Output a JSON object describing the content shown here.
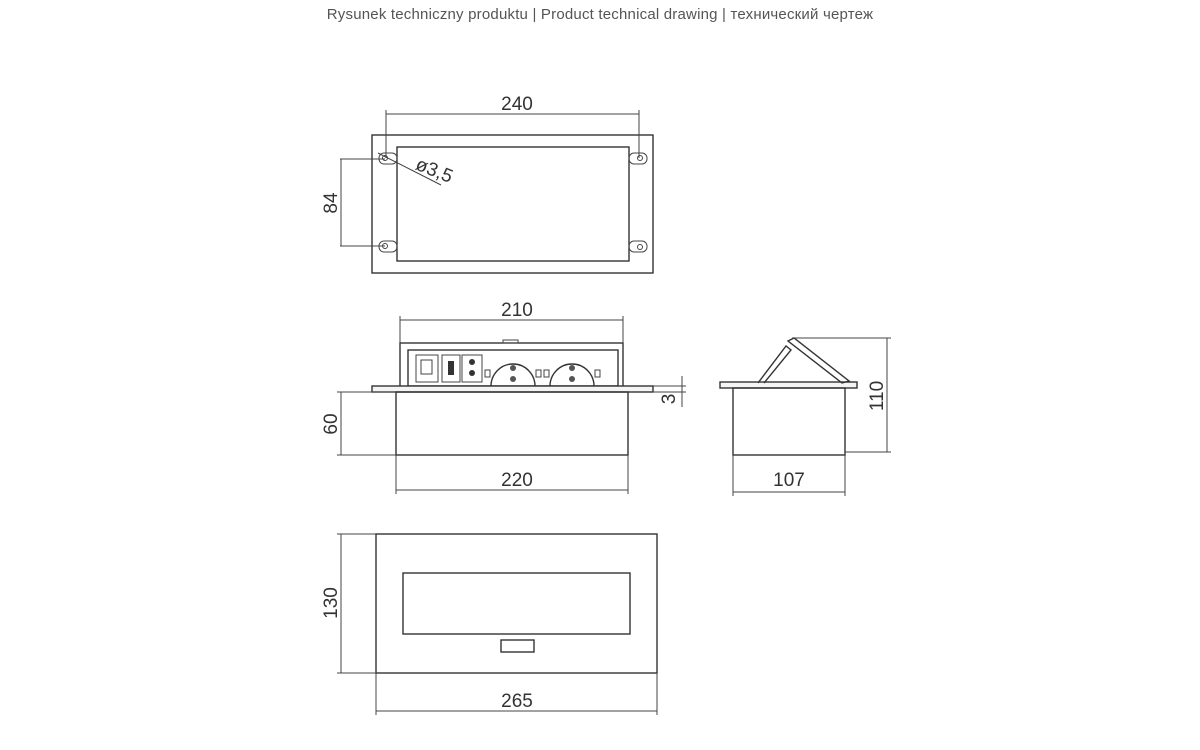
{
  "title": "Rysunek techniczny produktu | Product technical drawing | технический чертеж",
  "top_view": {
    "width_label": "240",
    "height_label": "84",
    "hole_label": "ø3,5"
  },
  "front_view": {
    "lid_width_label": "210",
    "height_label": "60",
    "body_width_label": "220",
    "flange_label": "3"
  },
  "side_view": {
    "height_label": "110",
    "width_label": "107"
  },
  "bottom_view": {
    "height_label": "130",
    "width_label": "265"
  }
}
